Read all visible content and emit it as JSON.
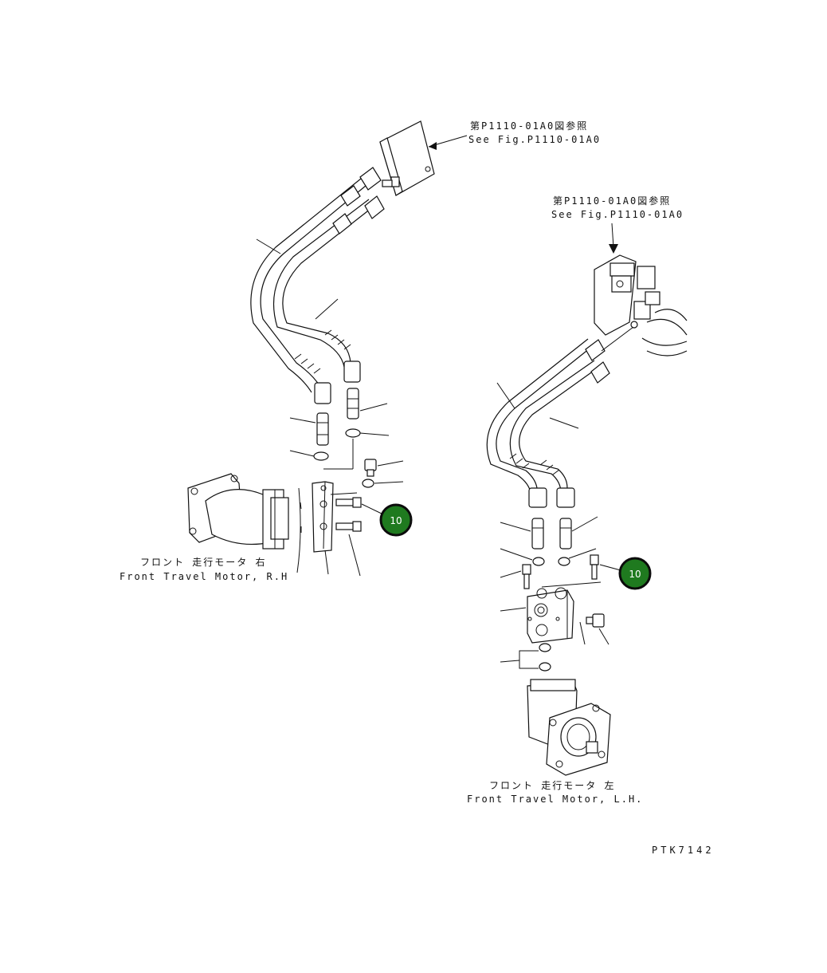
{
  "refs": {
    "top_jp": "第P1110-01A0図参照",
    "top_en": "See Fig.P1110-01A0",
    "mid_jp": "第P1110-01A0図参照",
    "mid_en": "See Fig.P1110-01A0"
  },
  "motors": {
    "right_jp": "フロント 走行モータ 右",
    "right_en": "Front Travel Motor, R.H",
    "left_jp": "フロント 走行モータ 左",
    "left_en": "Front Travel Motor, L.H."
  },
  "callouts": {
    "badge_1": "10",
    "badge_2": "10"
  },
  "figure_id": "PTK7142",
  "colors": {
    "badge_fill": "#1f7a1f",
    "badge_ring": "#0c0c0c",
    "line": "#111111"
  }
}
